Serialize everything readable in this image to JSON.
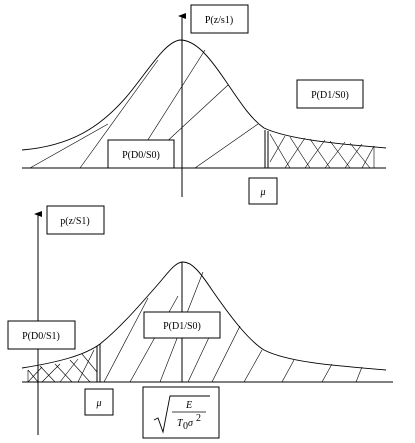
{
  "top_panel": {
    "y_axis_label": "P(z/s1)",
    "left_region_label": "P(D0/S0)",
    "right_region_label": "P(D1/S0)",
    "threshold_label": "μ"
  },
  "bottom_panel": {
    "y_axis_label": "p(z/S1)",
    "left_region_label": "P(D0/S1)",
    "right_region_label": "P(D1/S0)",
    "threshold_label": "μ",
    "formula": {
      "numerator": "E",
      "denominator_base": "T",
      "denominator_sub": "0",
      "denominator_var": "σ",
      "denominator_exp": "2"
    }
  }
}
